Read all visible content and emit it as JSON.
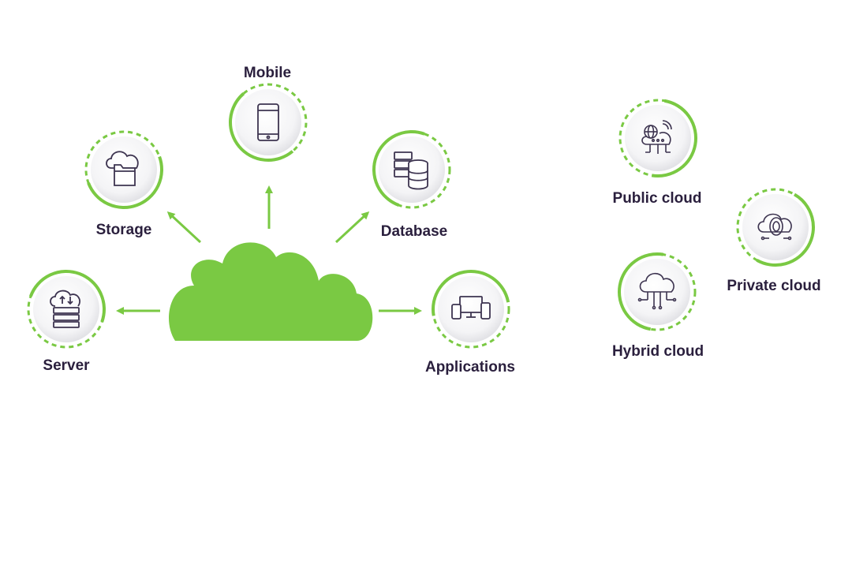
{
  "colors": {
    "accent": "#7ac943",
    "text": "#2a1f3d",
    "icon_stroke": "#3d3450"
  },
  "center": {
    "icon": "cloud-shape"
  },
  "nodes": [
    {
      "id": "mobile",
      "label": "Mobile",
      "icon": "smartphone-icon"
    },
    {
      "id": "storage",
      "label": "Storage",
      "icon": "cloud-folder-icon"
    },
    {
      "id": "database",
      "label": "Database",
      "icon": "database-server-icon"
    },
    {
      "id": "server",
      "label": "Server",
      "icon": "server-cloud-icon"
    },
    {
      "id": "applications",
      "label": "Applications",
      "icon": "devices-icon"
    }
  ],
  "cloud_types": [
    {
      "id": "public",
      "label": "Public cloud",
      "icon": "globe-cloud-icon"
    },
    {
      "id": "private",
      "label": "Private cloud",
      "icon": "fingerprint-cloud-icon"
    },
    {
      "id": "hybrid",
      "label": "Hybrid cloud",
      "icon": "network-cloud-icon"
    }
  ]
}
